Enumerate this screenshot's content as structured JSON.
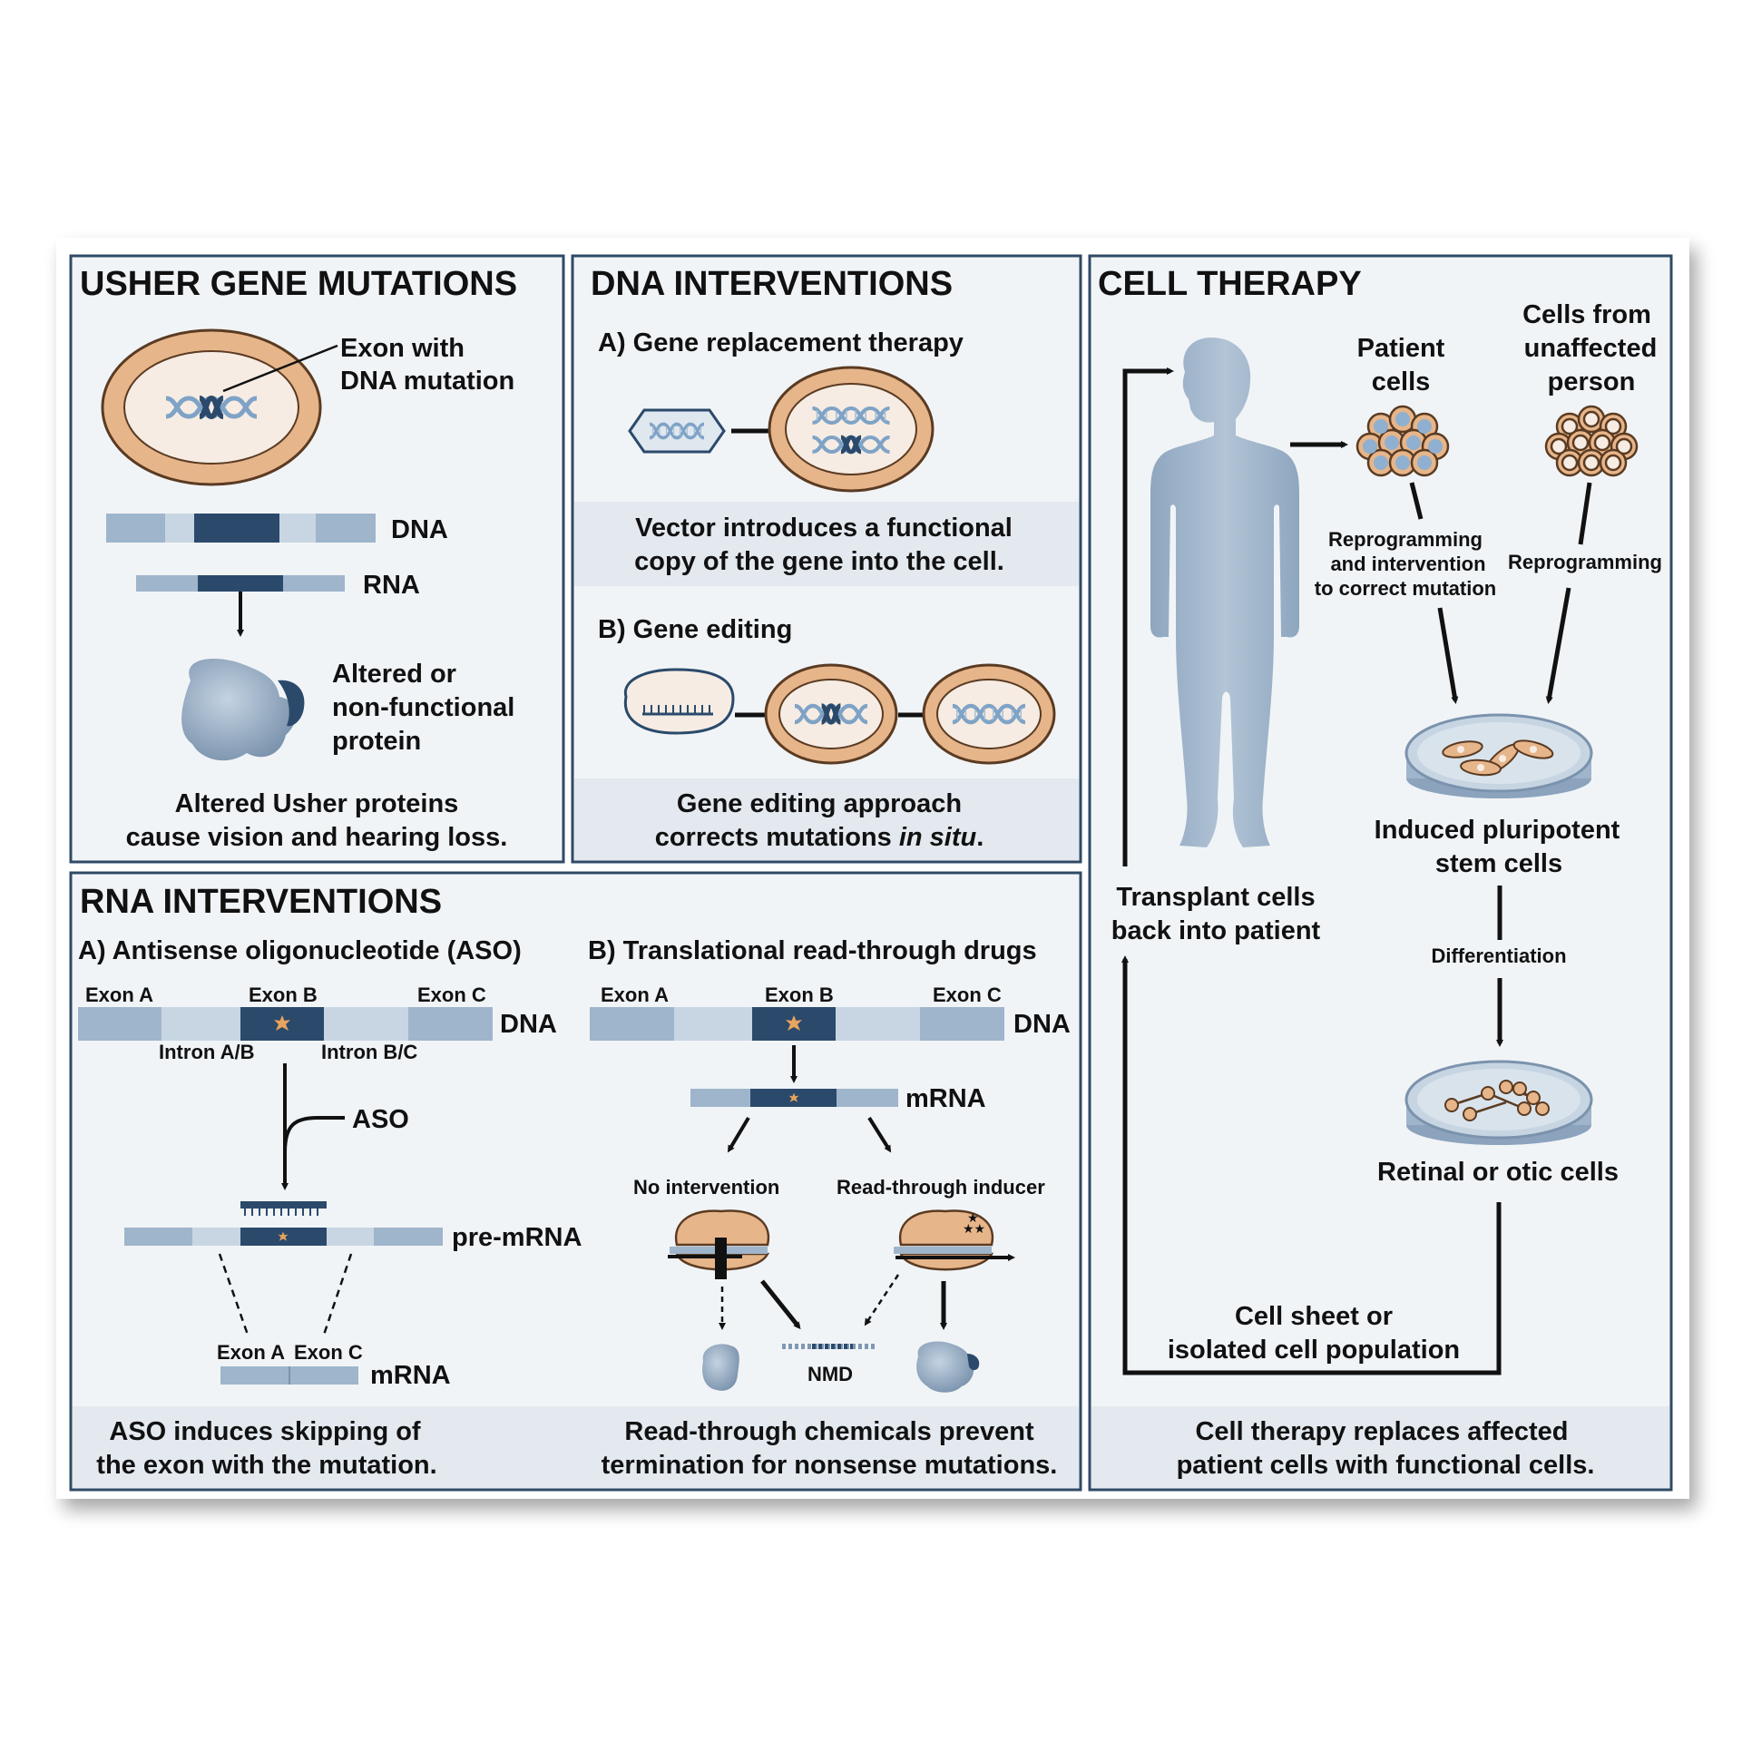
{
  "usher": {
    "title": "USHER GENE MUTATIONS",
    "exon_label_1": "Exon with",
    "exon_label_2": "DNA mutation",
    "dna": "DNA",
    "rna": "RNA",
    "protein_1": "Altered or",
    "protein_2": "non-functional",
    "protein_3": "protein",
    "caption_1": "Altered Usher proteins",
    "caption_2": "cause vision and hearing loss."
  },
  "dna_int": {
    "title": "DNA INTERVENTIONS",
    "a_title": "A) Gene replacement therapy",
    "a_caption_1": "Vector introduces a functional",
    "a_caption_2": "copy of the gene into the cell.",
    "b_title": "B) Gene editing",
    "b_caption_1": "Gene editing approach",
    "b_caption_2a": "corrects mutations ",
    "b_caption_2b": "in situ",
    "b_caption_2c": "."
  },
  "rna_int": {
    "title": "RNA INTERVENTIONS",
    "a_title": "A) Antisense oligonucleotide (ASO)",
    "b_title": "B) Translational read-through drugs",
    "exon_a": "Exon A",
    "exon_b": "Exon B",
    "exon_c": "Exon C",
    "dna": "DNA",
    "intron_ab": "Intron A/B",
    "intron_bc": "Intron B/C",
    "aso": "ASO",
    "pre_mrna": "pre-mRNA",
    "mrna": "mRNA",
    "no_intervention": "No intervention",
    "readthrough_inducer": "Read-through inducer",
    "nmd": "NMD",
    "a_caption_1": "ASO induces skipping of",
    "a_caption_2": "the exon with the mutation.",
    "b_caption_1": "Read-through chemicals prevent",
    "b_caption_2": "termination for nonsense mutations."
  },
  "cell": {
    "title": "CELL THERAPY",
    "patient_1": "Patient",
    "patient_2": "cells",
    "unaffected_1": "Cells from",
    "unaffected_2": "unaffected",
    "unaffected_3": "person",
    "reprog_1": "Reprogramming",
    "reprog_2": "and intervention",
    "reprog_3": "to correct mutation",
    "reprog_only": "Reprogramming",
    "ipsc_1": "Induced pluripotent",
    "ipsc_2": "stem cells",
    "differentiation": "Differentiation",
    "retinal": "Retinal or otic cells",
    "sheet_1": "Cell sheet or",
    "sheet_2": "isolated cell population",
    "transplant_1": "Transplant cells",
    "transplant_2": "back into patient",
    "caption_1": "Cell therapy replaces affected",
    "caption_2": "patient cells with functional cells."
  },
  "colors": {
    "panel_border": "#2f4a66",
    "panel_fill": "#f1f4f7",
    "caption_band": "#e3e9ef",
    "dark_blue": "#2b4a6b",
    "light_blue": "#9fb5cb",
    "pale_blue": "#c8d6e3",
    "nucleus_orange": "#e7b58a",
    "nucleus_inner": "#f6ece3"
  },
  "icons": [
    "dna-helix-icon",
    "protein-icon",
    "viral-vector-icon",
    "crispr-icon",
    "ribosome-icon",
    "human-silhouette-icon",
    "cell-cluster-icon",
    "petri-dish-icon",
    "mutation-star-icon"
  ]
}
